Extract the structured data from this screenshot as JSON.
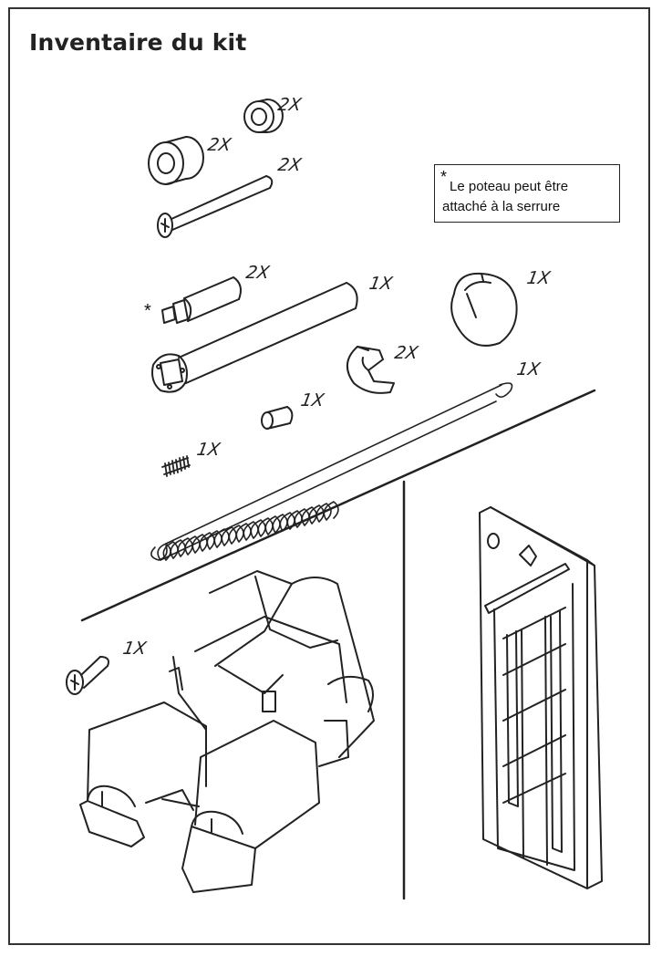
{
  "title": "Inventaire du kit",
  "note": {
    "star": "*",
    "line1": "Le poteau peut être",
    "line2": "attaché à la serrure"
  },
  "parts": [
    {
      "name": "spacer-bushing",
      "qty": "2X"
    },
    {
      "name": "washer",
      "qty": "2X"
    },
    {
      "name": "screw-long",
      "qty": "2X"
    },
    {
      "name": "post",
      "qty": "2X",
      "marker": "*"
    },
    {
      "name": "spindle",
      "qty": "1X"
    },
    {
      "name": "c-ring",
      "qty": "1X"
    },
    {
      "name": "retaining-clip",
      "qty": "2X"
    },
    {
      "name": "long-spring",
      "qty": "1X"
    },
    {
      "name": "small-sleeve",
      "qty": "1X"
    },
    {
      "name": "small-spring",
      "qty": "1X"
    },
    {
      "name": "short-screw",
      "qty": "1X"
    },
    {
      "name": "battery-holder",
      "qty": ""
    },
    {
      "name": "mounting-plate",
      "qty": ""
    }
  ]
}
